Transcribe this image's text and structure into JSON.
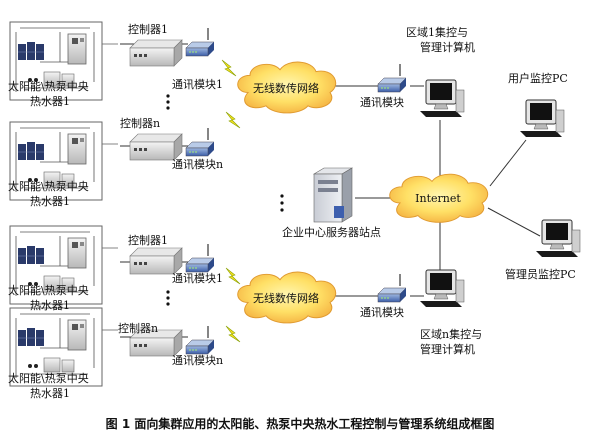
{
  "caption": "图 1 面向集群应用的太阳能、热泵中央热水工程控制与管理系统组成框图",
  "heater_label_line1": "太阳能\\热泵中央",
  "heater_label_line2": "热水器1",
  "controller_1": "控制器1",
  "controller_n": "控制器n",
  "comm_module_1": "通讯模块1",
  "comm_module_n": "通讯模块n",
  "comm_module": "通讯模块",
  "wireless_network": "无线数传网络",
  "internet": "Internet",
  "enterprise_server": "企业中心服务器站点",
  "area1_line1": "区域1集控与",
  "area1_line2": "管理计算机",
  "arean_line1": "区域n集控与",
  "arean_line2": "管理计算机",
  "user_pc": "用户监控PC",
  "admin_pc": "管理员监控PC"
}
